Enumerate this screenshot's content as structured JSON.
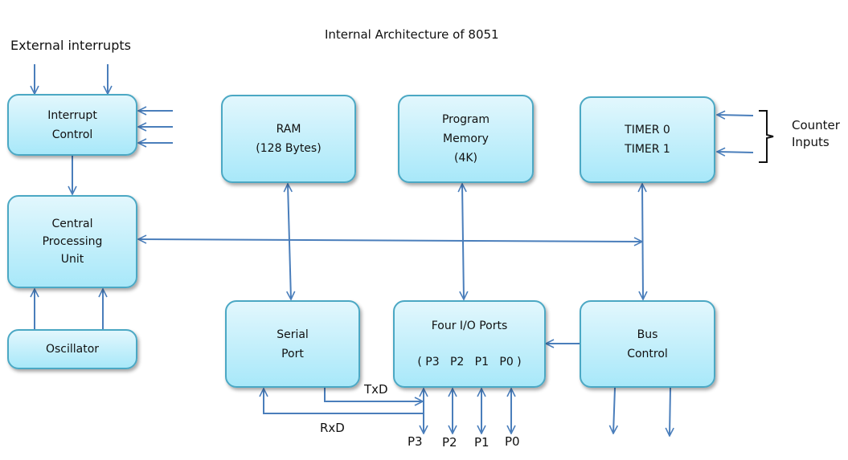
{
  "title": "Internal Architecture of 8051",
  "labels": {
    "external_interrupts": "External interrupts",
    "counter_inputs_1": "Counter",
    "counter_inputs_2": "Inputs",
    "txd": "TxD",
    "rxd": "RxD",
    "p3": "P3",
    "p2": "P2",
    "p1": "P1",
    "p0": "P0"
  },
  "blocks": {
    "interrupt_control": [
      "Interrupt",
      "Control"
    ],
    "cpu": [
      "Central",
      "Processing",
      "Unit"
    ],
    "oscillator": [
      "Oscillator"
    ],
    "ram": [
      "RAM",
      "(128 Bytes)"
    ],
    "program_memory": [
      "Program",
      "Memory",
      "(4K)"
    ],
    "timers": [
      "TIMER 0",
      "TIMER 1"
    ],
    "serial_port": [
      "Serial",
      "Port"
    ],
    "io_ports": [
      "Four I/O Ports",
      "( P3   P2   P1   P0 )"
    ],
    "bus_control": [
      "Bus",
      "Control"
    ]
  },
  "colors": {
    "wire": "#4a7ebb",
    "box_border": "#4ba8c4"
  }
}
